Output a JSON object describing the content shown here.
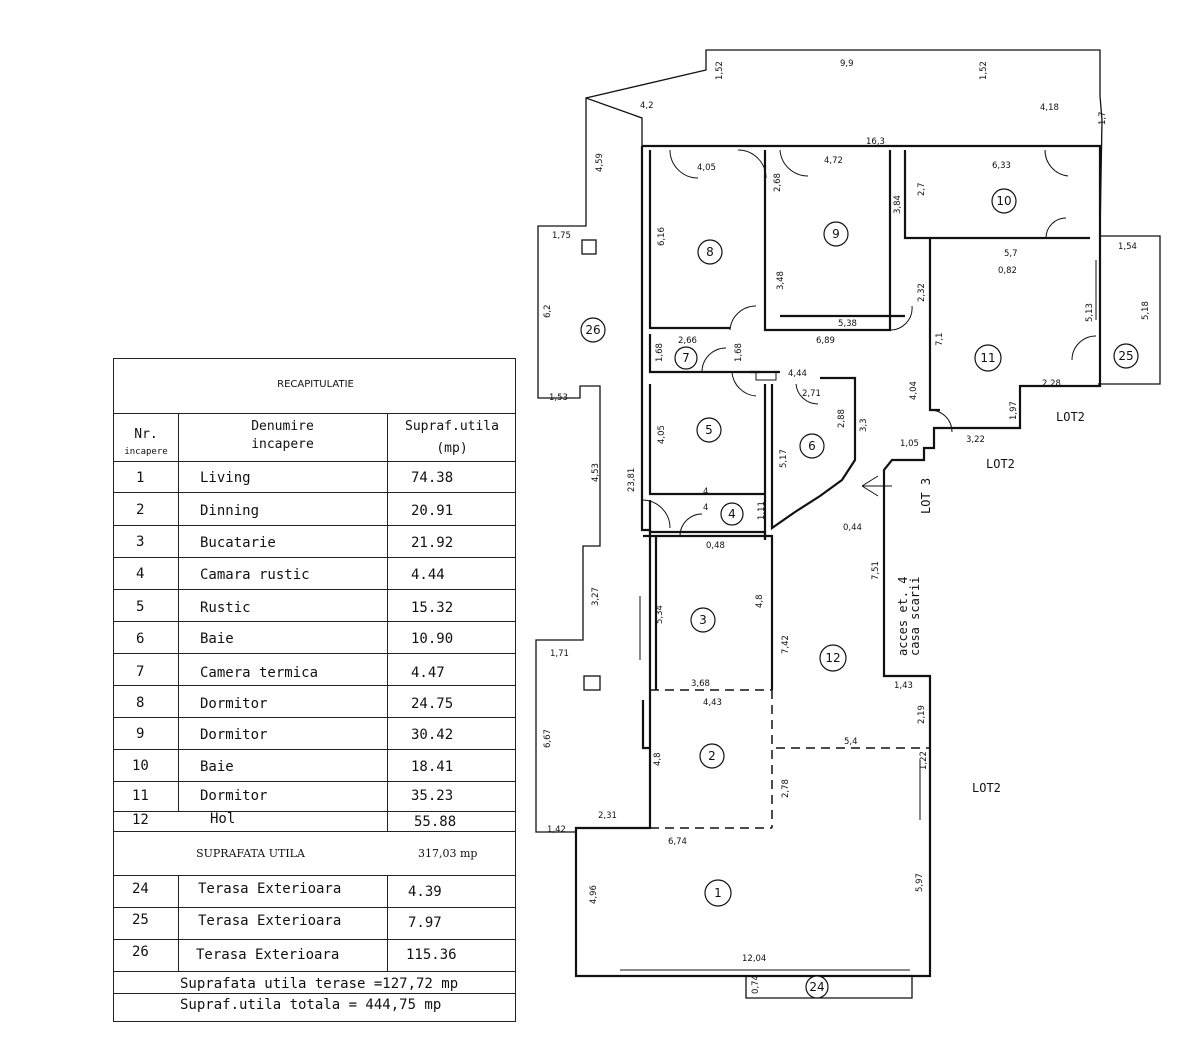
{
  "table": {
    "title": "RECAPITULATIE",
    "col_nr": "Nr.",
    "col_nr_sub": "incapere",
    "col_name_1": "Denumire",
    "col_name_2": "incapere",
    "col_area_1": "Supraf.utila",
    "col_area_2": "(mp)",
    "rows": [
      {
        "nr": "1",
        "name": "Living",
        "area": "74.38"
      },
      {
        "nr": "2",
        "name": "Dinning",
        "area": "20.91"
      },
      {
        "nr": "3",
        "name": "Bucatarie",
        "area": "21.92"
      },
      {
        "nr": "4",
        "name": "Camara rustic",
        "area": "4.44"
      },
      {
        "nr": "5",
        "name": "Rustic",
        "area": "15.32"
      },
      {
        "nr": "6",
        "name": "Baie",
        "area": "10.90"
      },
      {
        "nr": "7",
        "name": "Camera termica",
        "area": "4.47"
      },
      {
        "nr": "8",
        "name": "Dormitor",
        "area": "24.75"
      },
      {
        "nr": "9",
        "name": "Dormitor",
        "area": "30.42"
      },
      {
        "nr": "10",
        "name": "Baie",
        "area": "18.41"
      },
      {
        "nr": "11",
        "name": "Dormitor",
        "area": "35.23"
      },
      {
        "nr": "12",
        "name": "Hol",
        "area": "55.88"
      }
    ],
    "suprafata_label": "SUPRAFATA UTILA",
    "suprafata_value": "317,03 mp",
    "terrace_rows": [
      {
        "nr": "24",
        "name": "Terasa Exterioara",
        "area": "4.39"
      },
      {
        "nr": "25",
        "name": "Terasa Exterioara",
        "area": "7.97"
      },
      {
        "nr": "26",
        "name": "Terasa Exterioara",
        "area": "115.36"
      }
    ],
    "total_terase": "Suprafata utila terase =127,72 mp",
    "total": "Supraf.utila totala = 444,75 mp"
  },
  "plan": {
    "rooms": [
      "1",
      "2",
      "3",
      "4",
      "5",
      "6",
      "7",
      "8",
      "9",
      "10",
      "11",
      "12",
      "24",
      "25",
      "26"
    ],
    "dims": [
      "9,9",
      "1,52",
      "1,52",
      "4,2",
      "4,18",
      "1,7",
      "16,3",
      "4,59",
      "4,05",
      "4,72",
      "6,33",
      "2,68",
      "3,84",
      "2,7",
      "1,75",
      "6,16",
      "5,7",
      "0,82",
      "1,54",
      "3,48",
      "2,32",
      "6,2",
      "5,38",
      "6,89",
      "5,13",
      "5,18",
      "2,66",
      "1,68",
      "1,68",
      "7,1",
      "4,44",
      "1,53",
      "2,71",
      "4,04",
      "2,28",
      "4,05",
      "2,88",
      "3,3",
      "1,97",
      "3,22",
      "1,05",
      "23,81",
      "5,17",
      "4,53",
      "4",
      "4",
      "1,11",
      "0,44",
      "0,48",
      "7,51",
      "5,34",
      "4,8",
      "3,27",
      "7,42",
      "1,71",
      "3,68",
      "1,43",
      "4,43",
      "2,19",
      "6,67",
      "5,4",
      "4,8",
      "2,78",
      "1,22",
      "2,31",
      "1,42",
      "6,74",
      "4,96",
      "5,97",
      "12,04",
      "0,74"
    ],
    "lot_labels": [
      "LOT2",
      "LOT2",
      "LOT 3",
      "LOT2"
    ],
    "access_1": "acces et. 4",
    "access_2": "casa scarii"
  }
}
